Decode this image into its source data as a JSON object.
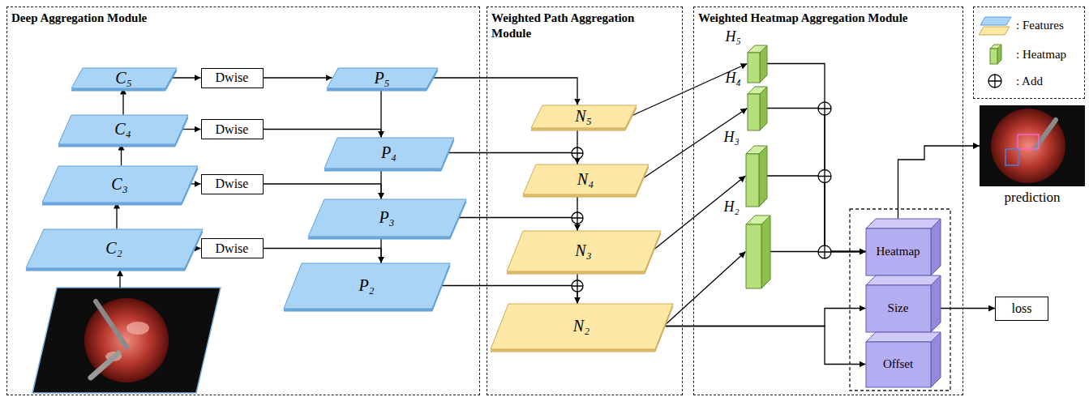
{
  "diagram": {
    "nodes": [
      {
        "text": [
          "Deep Aggregation Module"
        ]
      },
      {
        "text": [
          "C₅"
        ],
        "in": 0
      },
      {
        "text": [
          "C₄"
        ],
        "in": 0
      },
      {
        "text": [
          "C₃"
        ],
        "in": 0
      },
      {
        "text": [
          "C₂"
        ],
        "in": 0
      },
      {
        "text": [
          "Dwise"
        ],
        "in": 0
      },
      {
        "text": [
          "Dwise"
        ],
        "in": 0
      },
      {
        "text": [
          "Dwise"
        ],
        "in": 0
      },
      {
        "text": [
          "Dwise"
        ],
        "in": 0
      },
      {
        "text": [
          "P₅"
        ],
        "in": 0
      },
      {
        "text": [
          "P₄"
        ],
        "in": 0
      },
      {
        "text": [
          "P₃"
        ],
        "in": 0
      },
      {
        "text": [
          "P₂"
        ],
        "in": 0
      },
      {
        "text": [
          "Weighted Path Aggregation Module"
        ]
      },
      {
        "text": [
          "N₅"
        ],
        "in": 13
      },
      {
        "text": [
          "N₄"
        ],
        "in": 13
      },
      {
        "text": [
          "N₃"
        ],
        "in": 13
      },
      {
        "text": [
          "N₂"
        ],
        "in": 13
      },
      {
        "text": [
          "Weighted Heatmap Aggregation Module"
        ]
      },
      {
        "text": [
          "H₅"
        ],
        "in": 18
      },
      {
        "text": [
          "H₄"
        ],
        "in": 18
      },
      {
        "text": [
          "H₃"
        ],
        "in": 18
      },
      {
        "text": [
          "H₂"
        ],
        "in": 18
      },
      {
        "text": [
          "Heatmap"
        ],
        "in": 18
      },
      {
        "text": [
          "Size"
        ],
        "in": 18
      },
      {
        "text": [
          "Offset"
        ],
        "in": 18
      },
      {
        "text": [
          "prediction"
        ]
      },
      {
        "text": [
          "loss"
        ]
      }
    ],
    "edges": [
      {
        "from": 4,
        "to": 3,
        "arrow": "to"
      },
      {
        "from": 3,
        "to": 2,
        "arrow": "to"
      },
      {
        "from": 2,
        "to": 1,
        "arrow": "to"
      },
      {
        "from": 1,
        "to": 5,
        "arrow": "to"
      },
      {
        "from": 2,
        "to": 6,
        "arrow": "to"
      },
      {
        "from": 3,
        "to": 7,
        "arrow": "to"
      },
      {
        "from": 4,
        "to": 8,
        "arrow": "to"
      },
      {
        "from": 5,
        "to": 9,
        "arrow": "to"
      },
      {
        "from": 9,
        "to": 10,
        "arrow": "to"
      },
      {
        "from": 6,
        "to": 10,
        "arrow": "to"
      },
      {
        "from": 10,
        "to": 11,
        "arrow": "to"
      },
      {
        "from": 7,
        "to": 11,
        "arrow": "to"
      },
      {
        "from": 11,
        "to": 12,
        "arrow": "to"
      },
      {
        "from": 8,
        "to": 12,
        "arrow": "to"
      },
      {
        "from": 9,
        "to": 14,
        "arrow": "to"
      },
      {
        "from": 14,
        "to": 15,
        "arrow": "to"
      },
      {
        "from": 10,
        "to": 15,
        "arrow": "to"
      },
      {
        "from": 15,
        "to": 16,
        "arrow": "to"
      },
      {
        "from": 11,
        "to": 16,
        "arrow": "to"
      },
      {
        "from": 16,
        "to": 17,
        "arrow": "to"
      },
      {
        "from": 12,
        "to": 17,
        "arrow": "to"
      },
      {
        "from": 14,
        "to": 19,
        "arrow": "to"
      },
      {
        "from": 15,
        "to": 20,
        "arrow": "to"
      },
      {
        "from": 16,
        "to": 21,
        "arrow": "to"
      },
      {
        "from": 17,
        "to": 22,
        "arrow": "to"
      },
      {
        "from": 19,
        "to": 23,
        "arrow": "to"
      },
      {
        "from": 20,
        "to": 23,
        "arrow": "to"
      },
      {
        "from": 21,
        "to": 23,
        "arrow": "to"
      },
      {
        "from": 22,
        "to": 23,
        "arrow": "to"
      },
      {
        "from": 17,
        "to": 24,
        "arrow": "to"
      },
      {
        "from": 17,
        "to": 25,
        "arrow": "to"
      },
      {
        "from": 23,
        "to": 26,
        "arrow": "to"
      },
      {
        "from": 24,
        "to": 27,
        "arrow": "to"
      }
    ],
    "legend": [
      {
        "text": ": Features"
      },
      {
        "text": ": Heatmap"
      },
      {
        "text": ": Add"
      }
    ]
  }
}
